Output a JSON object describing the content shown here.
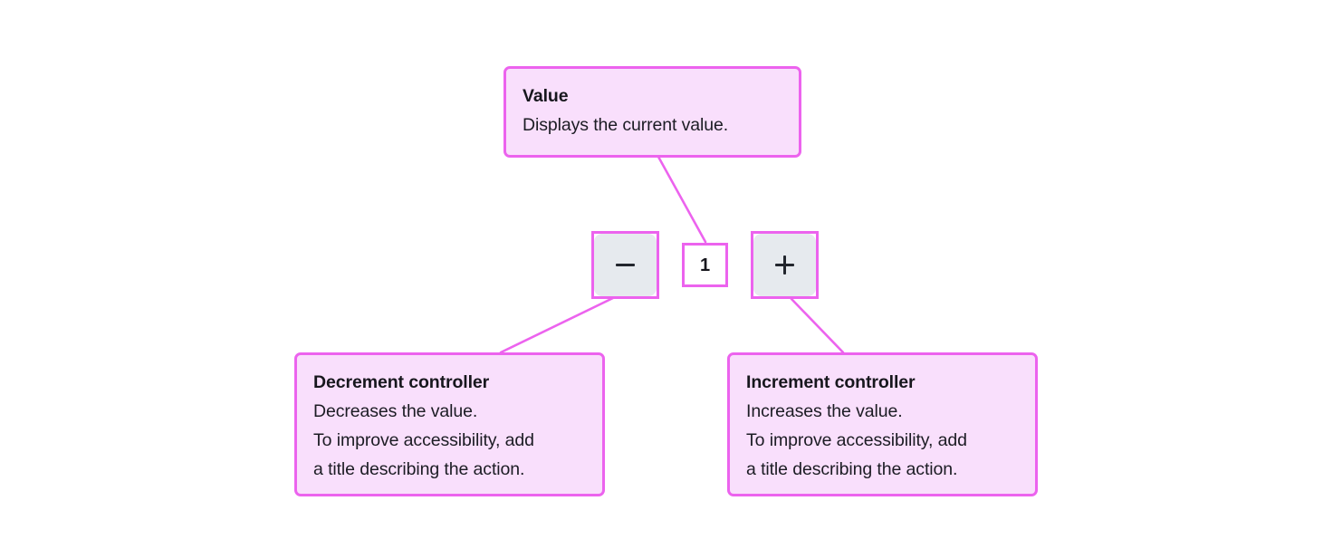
{
  "canvas": {
    "background": "#FFFFFF",
    "accent_color": "#EC63EE",
    "callout_fill": "#F9DFFC",
    "button_fill": "#E6EAEE",
    "glyph_color": "#22262D",
    "text_color": "#17171D"
  },
  "stepper": {
    "decrement_glyph": "minus-icon",
    "increment_glyph": "plus-icon",
    "value": "1"
  },
  "callouts": {
    "value": {
      "title": "Value",
      "lines": [
        "Displays the current value."
      ]
    },
    "decrement": {
      "title": "Decrement controller",
      "lines": [
        "Decreases the value.",
        "To improve accessibility, add",
        "a title describing the action."
      ]
    },
    "increment": {
      "title": "Increment controller",
      "lines": [
        "Increases the value.",
        "To improve accessibility, add",
        "a title describing the action."
      ]
    }
  }
}
